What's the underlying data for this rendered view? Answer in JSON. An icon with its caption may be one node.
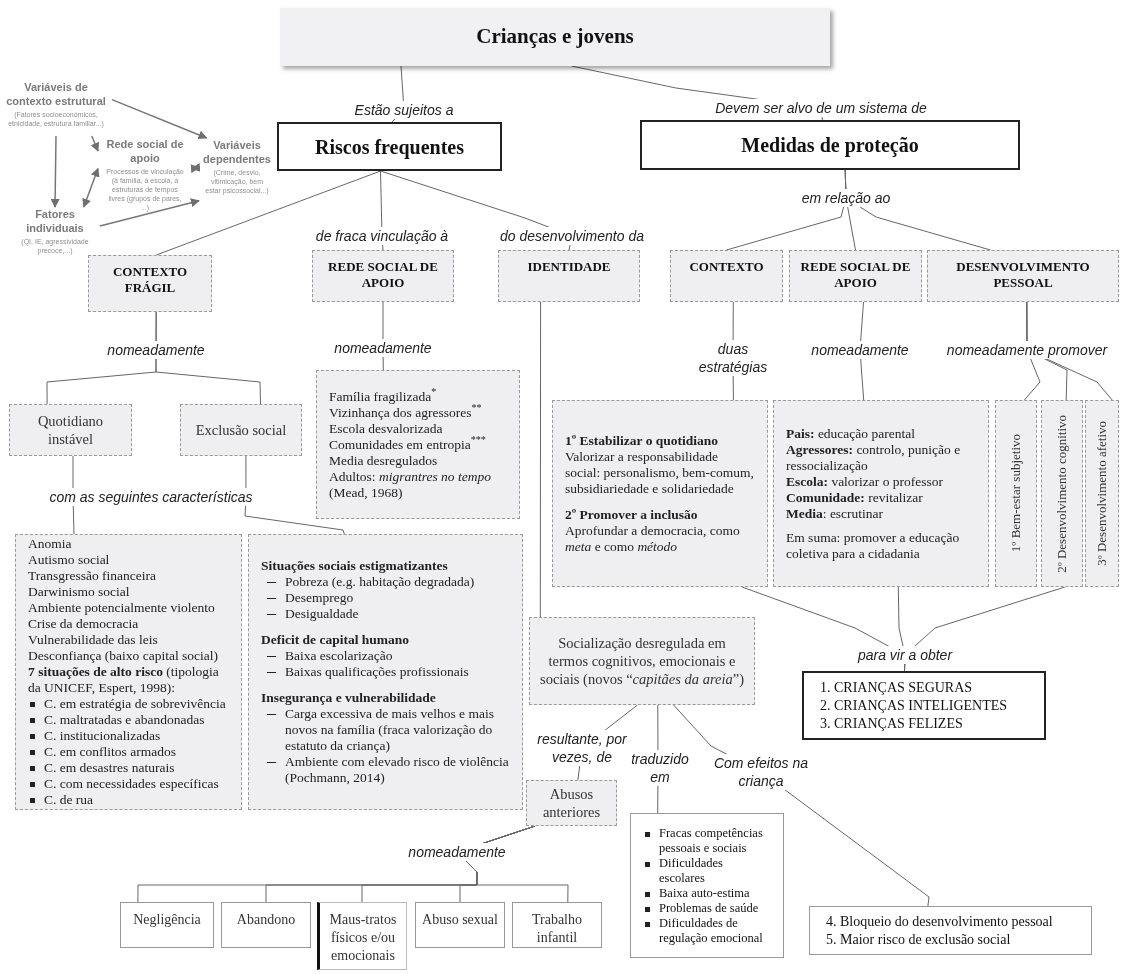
{
  "diagram": {
    "nodes": [
      {
        "text": [
          "Crianças e jovens"
        ]
      },
      {
        "text": [
          "Variáveis de contexto estrutural",
          "(Fatores socioeconómicos, etnicidade, estrutura familiar...)"
        ]
      },
      {
        "text": [
          "Rede social de apoio",
          "Processos de vinculação (à família, à escola, a estruturas de tempos livres (grupos de pares, ...)"
        ]
      },
      {
        "text": [
          "Variáveis dependentes",
          "(Crime, desvio, vitimicação, bem estar psicossocial...)"
        ]
      },
      {
        "text": [
          "Fatores individuais",
          "(QI, IE, agressividade precoce,...)"
        ]
      },
      {
        "text": [
          "Riscos frequentes"
        ]
      },
      {
        "text": [
          "Medidas de proteção"
        ]
      },
      {
        "text": [
          "CONTEXTO FRÁGIL"
        ]
      },
      {
        "text": [
          "REDE SOCIAL DE APOIO"
        ]
      },
      {
        "text": [
          "IDENTIDADE"
        ]
      },
      {
        "text": [
          "CONTEXTO"
        ]
      },
      {
        "text": [
          "REDE SOCIAL DE APOIO"
        ]
      },
      {
        "text": [
          "DESENVOLVIMENTO PESSOAL"
        ]
      },
      {
        "text": [
          "Quotidiano instável"
        ]
      },
      {
        "text": [
          "Exclusão social"
        ]
      },
      {
        "text": [
          "Anomia",
          "Autismo social",
          "Transgressão financeira",
          "Darwinismo social",
          "Ambiente potencialmente violento",
          "Crise da democracia",
          "Vulnerabilidade das leis",
          "Desconfiança (baixo capital social)",
          "**7 situações de alto risco** (tipologia da UNICEF, Espert, 1998):",
          "C. em estratégia de sobrevivência",
          "C. maltratadas e abandonadas",
          "C. institucionalizadas",
          "C. em conflitos armados",
          "C. em desastres naturais",
          "C. com necessidades específicas",
          "C. de rua"
        ]
      },
      {
        "text": [
          "Situações sociais estigmatizantes",
          "Pobreza (e.g. habitação degradada)",
          "Desemprego",
          "Desigualdade",
          "Deficit de capital humano",
          "Baixa escolarização",
          "Baixas qualificações profissionais",
          "Insegurança e vulnerabilidade",
          "Carga excessiva de mais velhos e mais novos na família (fraca valorização do estatuto da criança)",
          "Ambiente com elevado risco de violência (Pochmann, 2014)"
        ]
      },
      {
        "text": [
          "Família fragilizada$^{*}$",
          "Vizinhança dos agressores$^{**}$",
          "Escola desvalorizada",
          "Comunidades em entropia$^{***}$",
          "Media desregulados",
          "Adultos: *migrantres no tempo* (Mead, 1968)"
        ]
      },
      {
        "text": [
          "1º Estabilizar o quotidiano",
          "Valorizar a responsabilidade social: personalismo, bem-comum, subsidiariedade e solidariedade",
          "2º Promover a inclusão",
          "Aprofundar a democracia, como *meta* e como *método*"
        ]
      },
      {
        "text": [
          "**Pais:** educação parental",
          "**Agressores:** controlo, punição e ressocialização",
          "**Escola:** valorizar o professor",
          "**Comunidade:** revitalizar",
          "**Media**: escrutinar",
          "Em suma: promover a educação coletiva para a cidadania"
        ]
      },
      {
        "text": [
          "1º Bem-estar subjetivo"
        ]
      },
      {
        "text": [
          "2º Desenvolvimento cognitivo"
        ]
      },
      {
        "text": [
          "3º Desenvolvimento afetivo"
        ]
      },
      {
        "text": [
          "Socialização desregulada em termos cognitivos, emocionais e sociais (novos “*capitães da areia*”)"
        ]
      },
      {
        "text": [
          "1. CRIANÇAS SEGURAS",
          "2. CRIANÇAS INTELIGENTES",
          "3. CRIANÇAS FELIZES"
        ]
      },
      {
        "text": [
          "Abusos anteriores"
        ]
      },
      {
        "text": [
          "Fracas competências pessoais e sociais",
          "Dificuldades escolares",
          "Baixa auto-estima",
          "Problemas de saúde",
          "Dificuldades de regulação emocional"
        ]
      },
      {
        "text": [
          "Negligência"
        ]
      },
      {
        "text": [
          "Abandono"
        ]
      },
      {
        "text": [
          "Maus-tratos físicos e/ou emocionais"
        ]
      },
      {
        "text": [
          "Abuso sexual"
        ]
      },
      {
        "text": [
          "Trabalho infantil"
        ]
      },
      {
        "text": [
          "4. Bloqueio do desenvolvimento pessoal",
          "5. Maior risco de exclusão social"
        ]
      }
    ],
    "edges": [
      {
        "from": 0,
        "to": 5,
        "label": "Estão sujeitos a",
        "arrow": "none"
      },
      {
        "from": 0,
        "to": 6,
        "label": "Devem ser alvo de um sistema de",
        "arrow": "none"
      },
      {
        "from": 5,
        "to": 7,
        "arrow": "none"
      },
      {
        "from": 5,
        "to": 8,
        "label": "de fraca vinculação à",
        "arrow": "none"
      },
      {
        "from": 5,
        "to": 9,
        "label": "do desenvolvimento da",
        "arrow": "none"
      },
      {
        "from": 6,
        "to": 10,
        "arrow": "none"
      },
      {
        "from": 6,
        "to": 11,
        "label": "em relação ao",
        "arrow": "none"
      },
      {
        "from": 6,
        "to": 12,
        "arrow": "none"
      },
      {
        "from": 7,
        "to": 13,
        "label": "nomeadamente",
        "arrow": "none"
      },
      {
        "from": 7,
        "to": 14,
        "arrow": "none"
      },
      {
        "from": 13,
        "to": 15,
        "label": "com as seguintes características",
        "arrow": "none"
      },
      {
        "from": 14,
        "to": 16,
        "arrow": "none"
      },
      {
        "from": 8,
        "to": 17,
        "label": "nomeadamente",
        "arrow": "none"
      },
      {
        "from": 9,
        "to": 23,
        "arrow": "none"
      },
      {
        "from": 10,
        "to": 18,
        "label": "duas estratégias",
        "arrow": "none"
      },
      {
        "from": 11,
        "to": 19,
        "label": "nomeadamente",
        "arrow": "none"
      },
      {
        "from": 12,
        "to": 20,
        "arrow": "none"
      },
      {
        "from": 12,
        "to": 21,
        "label": "nomeadamente promover",
        "arrow": "none"
      },
      {
        "from": 12,
        "to": 22,
        "arrow": "none"
      },
      {
        "from": 18,
        "to": 24,
        "arrow": "none"
      },
      {
        "from": 19,
        "to": 24,
        "label": "para vir a obter",
        "arrow": "none"
      },
      {
        "from": 21,
        "to": 24,
        "arrow": "none"
      },
      {
        "from": 23,
        "to": 25,
        "label": "resultante, por vezes, de",
        "arrow": "none"
      },
      {
        "from": 23,
        "to": 26,
        "label": "traduzido em",
        "arrow": "none"
      },
      {
        "from": 23,
        "to": 32,
        "label": "Com efeitos na criança",
        "arrow": "none"
      },
      {
        "from": 25,
        "to": 27,
        "label": "nomeadamente",
        "arrow": "none"
      },
      {
        "from": 25,
        "to": 28,
        "arrow": "none"
      },
      {
        "from": 25,
        "to": 29,
        "arrow": "none"
      },
      {
        "from": 25,
        "to": 30,
        "arrow": "none"
      },
      {
        "from": 25,
        "to": 31,
        "arrow": "none"
      },
      {
        "from": 1,
        "to": 3,
        "arrow": "to"
      },
      {
        "from": 1,
        "to": 2,
        "arrow": "to"
      },
      {
        "from": 1,
        "to": 4,
        "arrow": "to"
      },
      {
        "from": 4,
        "to": 2,
        "arrow": "both"
      },
      {
        "from": 2,
        "to": 3,
        "arrow": "both"
      },
      {
        "from": 4,
        "to": 3,
        "arrow": "to"
      }
    ]
  }
}
